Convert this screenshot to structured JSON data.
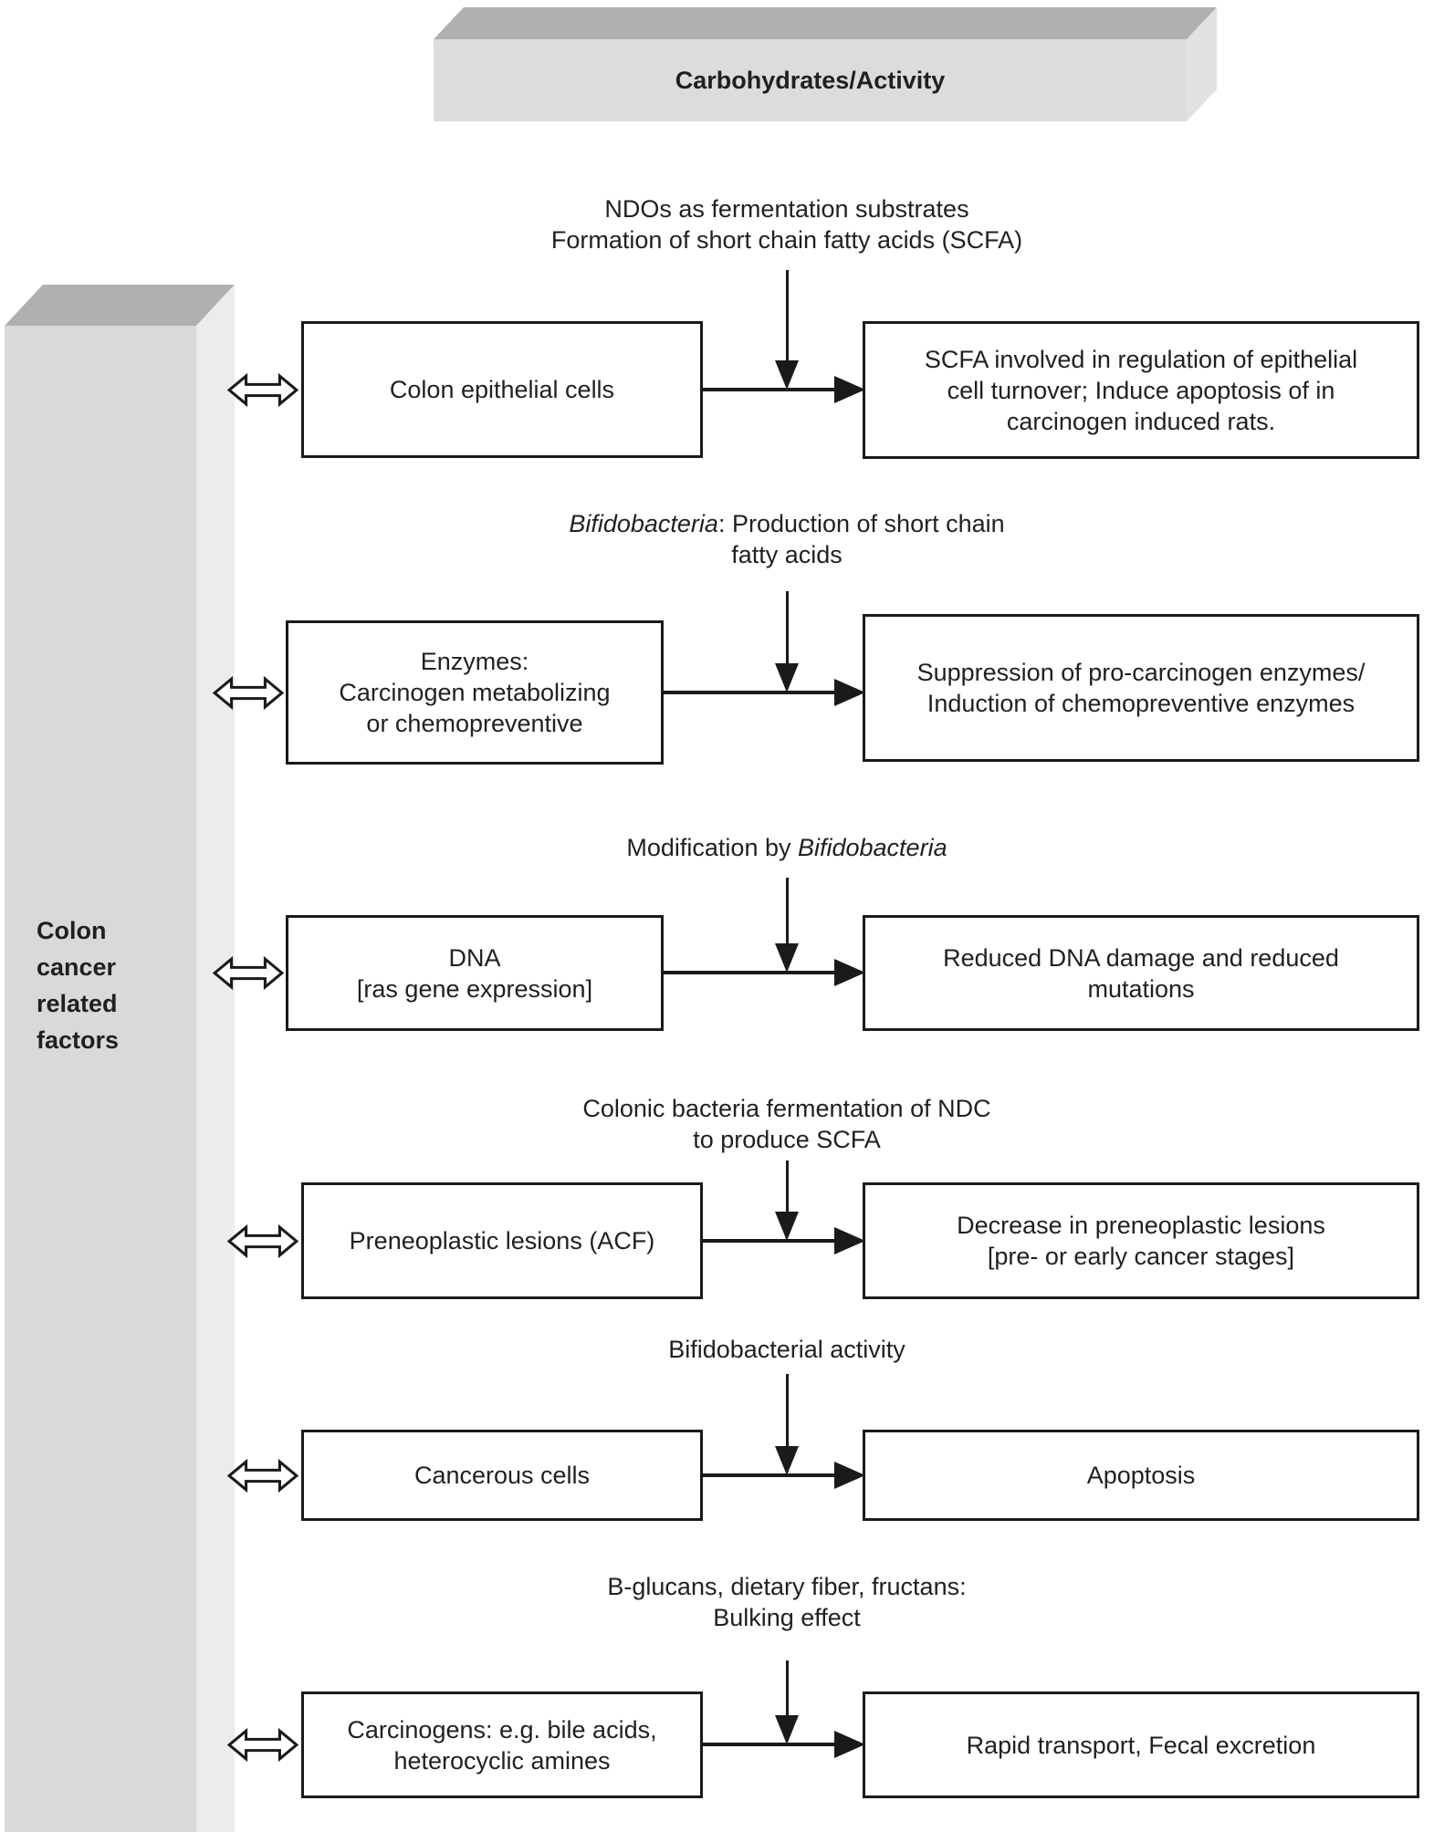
{
  "header": {
    "title": "Carbohydrates/Activity"
  },
  "sidebar": {
    "label_lines": [
      "Colon",
      "cancer",
      "related",
      "factors"
    ]
  },
  "rows": [
    {
      "caption": {
        "prefix": "NDOs as fermentation substrates",
        "italic": "",
        "suffix": "",
        "line2": "Formation of short chain fatty acids (SCFA)"
      },
      "left_lines": [
        "Colon epithelial cells"
      ],
      "right_lines": [
        "SCFA involved in regulation of epithelial",
        "cell turnover; Induce apoptosis of in",
        "carcinogen induced rats."
      ]
    },
    {
      "caption": {
        "prefix": "",
        "italic": "Bifidobacteria",
        "suffix": ": Production of short chain",
        "line2": "fatty acids"
      },
      "left_lines": [
        "Enzymes:",
        "Carcinogen metabolizing",
        "or chemopreventive"
      ],
      "right_lines": [
        "Suppression of pro-carcinogen enzymes/",
        "Induction of chemopreventive enzymes"
      ]
    },
    {
      "caption": {
        "prefix": "Modification by ",
        "italic": "Bifidobacteria",
        "suffix": "",
        "line2": ""
      },
      "left_lines": [
        "DNA",
        "[ras gene expression]"
      ],
      "right_lines": [
        "Reduced DNA damage and reduced",
        "mutations"
      ]
    },
    {
      "caption": {
        "prefix": "Colonic bacteria fermentation of NDC",
        "italic": "",
        "suffix": "",
        "line2": "to produce SCFA"
      },
      "left_lines": [
        "Preneoplastic lesions (ACF)"
      ],
      "right_lines": [
        "Decrease in preneoplastic lesions",
        "[pre- or early cancer stages]"
      ]
    },
    {
      "caption": {
        "prefix": "Bifidobacterial activity",
        "italic": "",
        "suffix": "",
        "line2": ""
      },
      "left_lines": [
        "Cancerous cells"
      ],
      "right_lines": [
        "Apoptosis"
      ]
    },
    {
      "caption": {
        "prefix": "B-glucans, dietary fiber, fructans:",
        "italic": "",
        "suffix": "",
        "line2": "Bulking effect"
      },
      "left_lines": [
        "Carcinogens: e.g. bile acids,",
        "heterocyclic amines"
      ],
      "right_lines": [
        "Rapid transport, Fecal excretion"
      ]
    }
  ],
  "icons": {
    "bidirectional": "double-arrow-icon",
    "down": "down-arrow-icon",
    "right": "right-arrow-icon"
  },
  "colors": {
    "box_border": "#1a1a1a",
    "text": "#231f20",
    "bar_front": "#d9d9d9",
    "bar_top": "#b0b0b0",
    "bar_side": "#ececec",
    "header_front": "#dcdcdc",
    "header_top": "#b0b0b0",
    "header_side": "#e2e2e2"
  }
}
